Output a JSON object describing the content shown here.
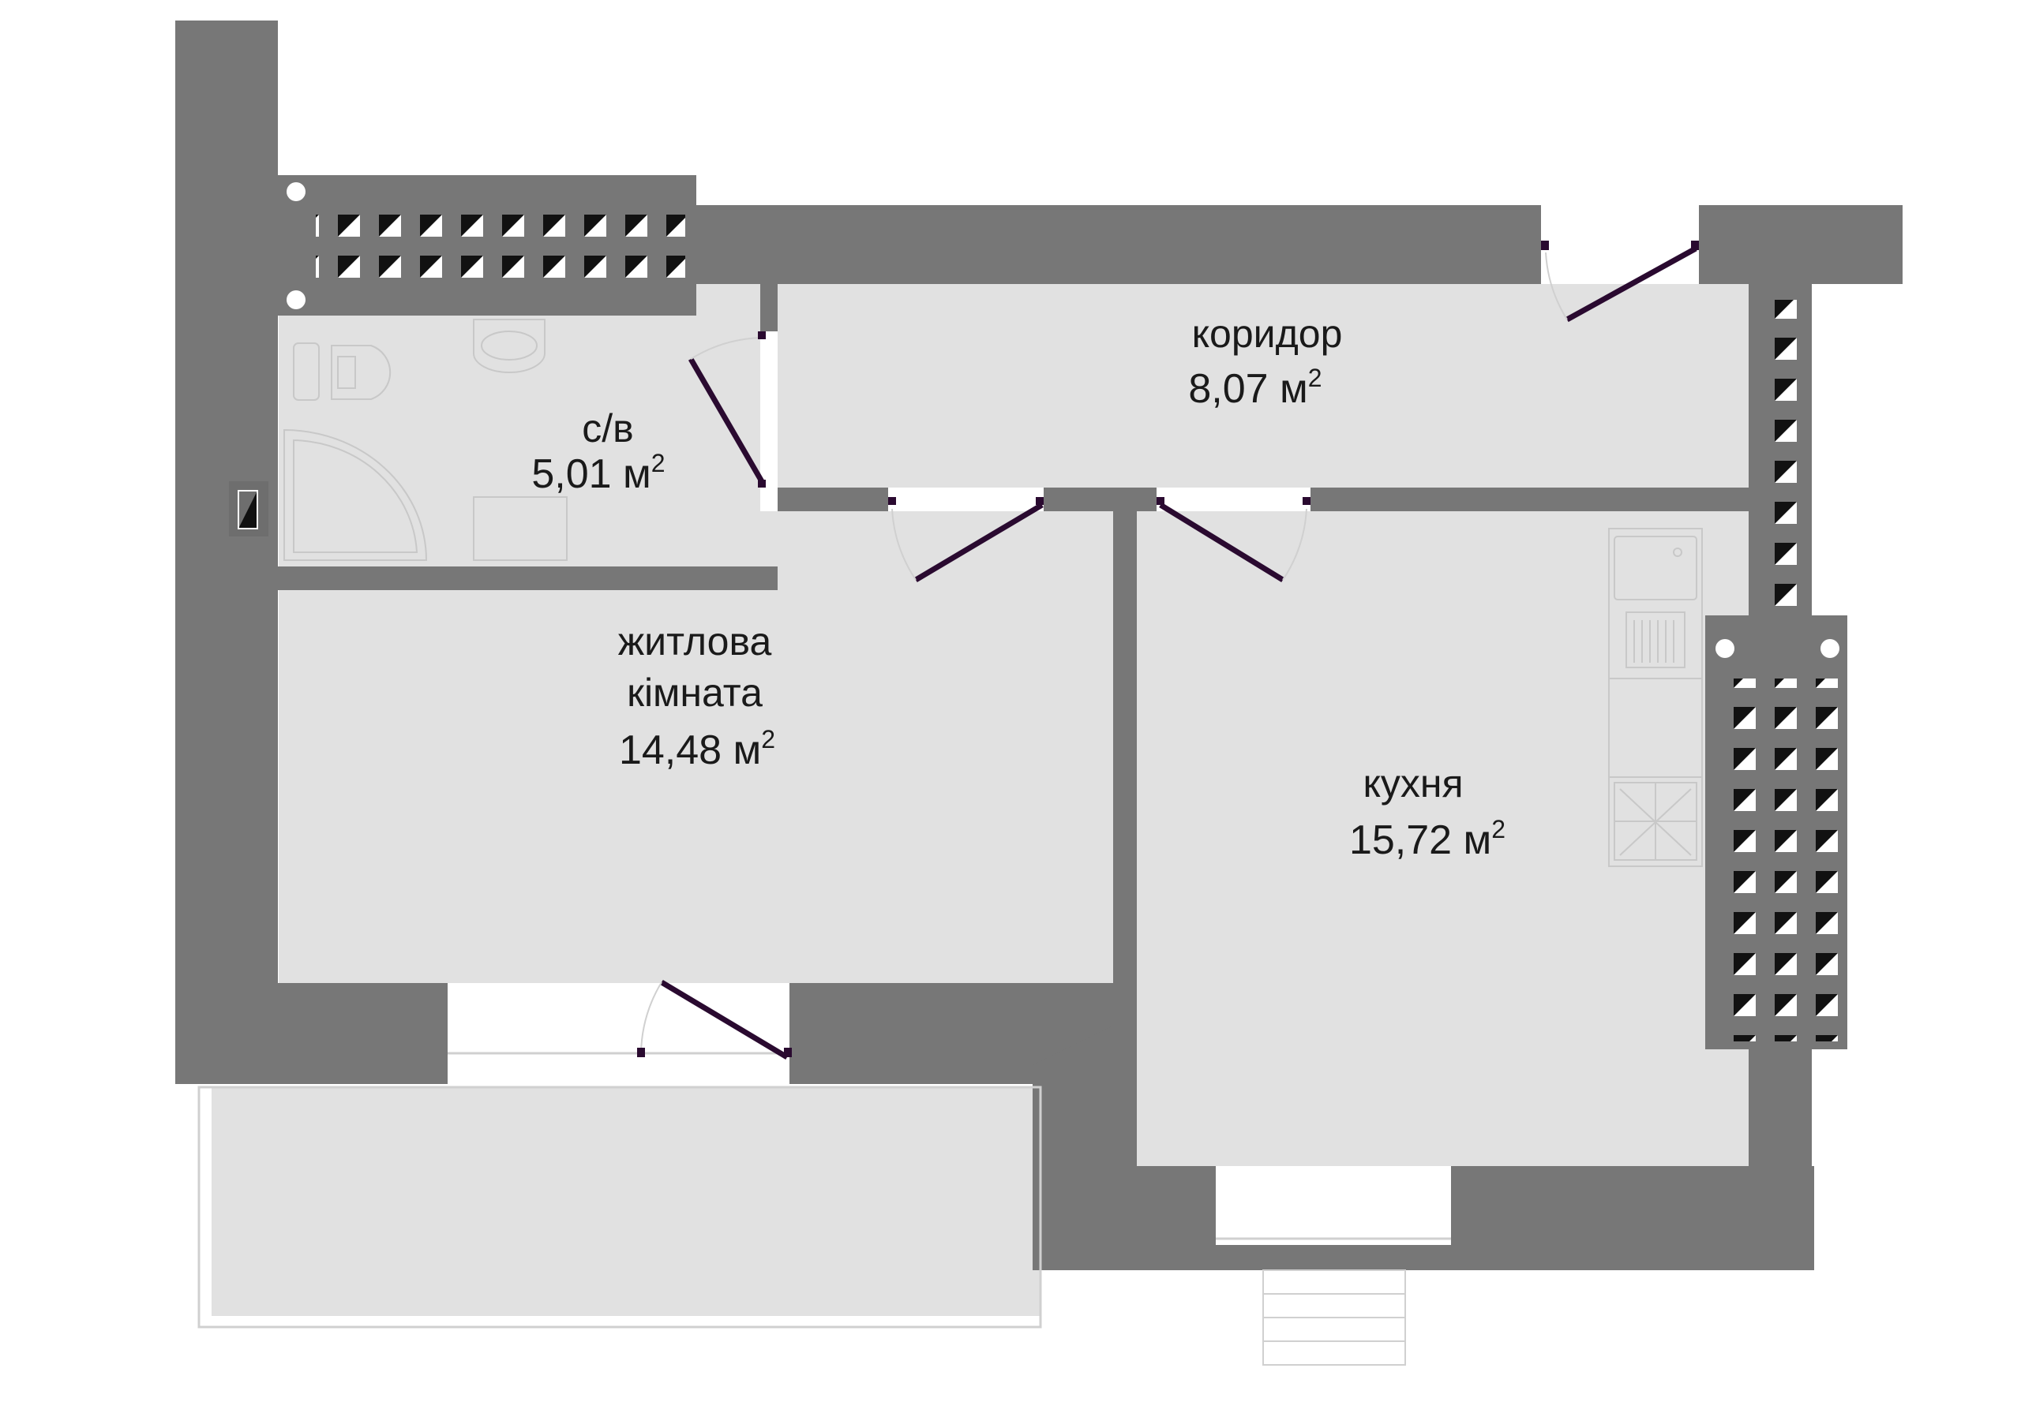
{
  "colors": {
    "wall": "#777777",
    "wall_dark": "#6e6e6e",
    "floor": "#e1e1e1",
    "door_leaf": "#2a0a30",
    "fixture_line": "#c8c8c8",
    "vent_dark": "#111111",
    "vent_light": "#ffffff",
    "window_line": "#d0d0d0"
  },
  "rooms": {
    "bathroom": {
      "name": "с/в",
      "area": "5,01 м",
      "sup": "2"
    },
    "corridor": {
      "name": "коридор",
      "area": "8,07 м",
      "sup": "2"
    },
    "living": {
      "name_line1": "житлова",
      "name_line2": "кімната",
      "area": "14,48 м",
      "sup": "2"
    },
    "kitchen": {
      "name": "кухня",
      "area": "15,72 м",
      "sup": "2"
    }
  }
}
